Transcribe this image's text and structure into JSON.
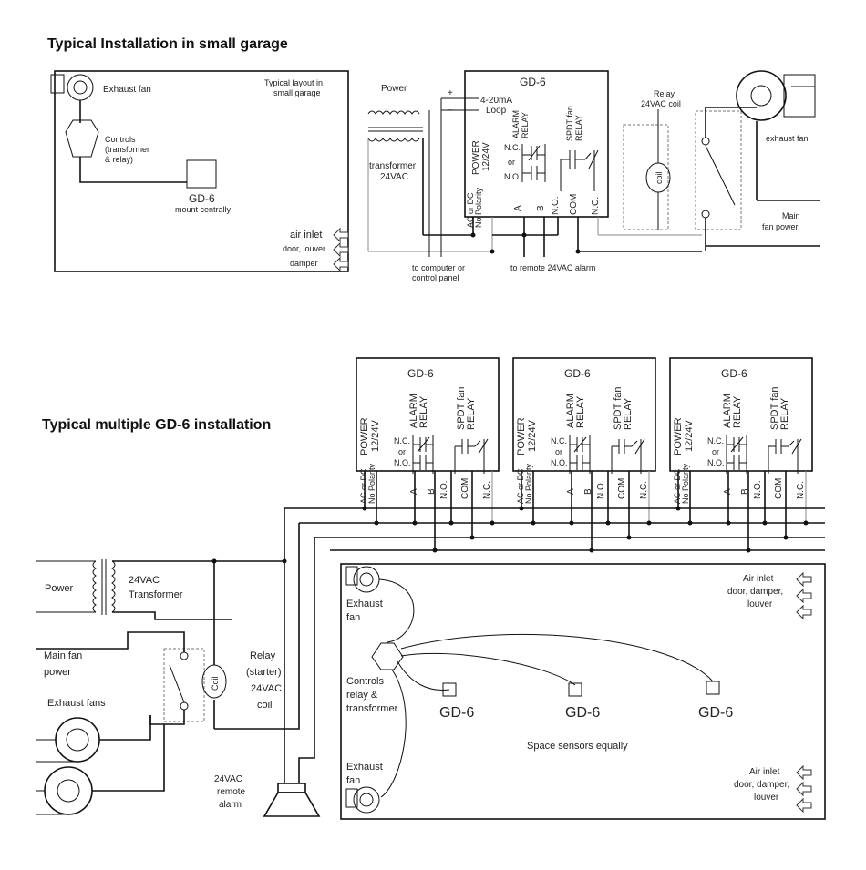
{
  "section_top": {
    "title": "Typical Installation in small garage",
    "layout_note": [
      "Typical layout in",
      "small garage"
    ],
    "exhaust_fan": "Exhaust fan",
    "controls": [
      "Controls",
      "(transformer",
      "& relay)"
    ],
    "gd6": "GD-6",
    "mount": "mount centrally",
    "air_inlet": [
      "air inlet",
      "door, louver",
      "damper"
    ],
    "power": "Power",
    "transformer": [
      "transformer",
      "24VAC"
    ],
    "device_title": "GD-6",
    "plus": "+",
    "minus": "−",
    "loop": [
      "4-20mA",
      "Loop"
    ],
    "power_label": [
      "POWER",
      "12/24V"
    ],
    "alarm_relay": [
      "ALARM",
      "RELAY"
    ],
    "spdt": [
      "SPDT fan",
      "RELAY"
    ],
    "nc": "N.C.",
    "or": "or",
    "no": "N.O.",
    "acdc": [
      "AC or DC",
      "No Polarity"
    ],
    "term_a": "A",
    "term_b": "B",
    "term_no": "N.O.",
    "term_com": "COM",
    "term_nc": "N.C.",
    "relay_coil": [
      "Relay",
      "24VAC coil"
    ],
    "coil": "coil",
    "exhaust_fan_right": "exhaust fan",
    "main_fan_power": [
      "Main",
      "fan power"
    ],
    "computer": [
      "to computer or",
      "control panel"
    ],
    "remote_alarm": "to remote 24VAC alarm"
  },
  "section_bottom": {
    "title": "Typical multiple GD-6 installation",
    "units": [
      {
        "title": "GD-6"
      },
      {
        "title": "GD-6"
      },
      {
        "title": "GD-6"
      }
    ],
    "power_label": [
      "POWER",
      "12/24V"
    ],
    "alarm_relay": [
      "ALARM",
      "RELAY"
    ],
    "spdt": [
      "SPDT fan",
      "RELAY"
    ],
    "nc": "N.C.",
    "or": "or",
    "no": "N.O.",
    "acdc": [
      "AC or DC",
      "No Polarity"
    ],
    "term_a": "A",
    "term_b": "B",
    "term_no": "N.O.",
    "term_com": "COM",
    "term_nc": "N.C.",
    "power": "Power",
    "transformer": [
      "24VAC",
      "Transformer"
    ],
    "main_fan_power": [
      "Main fan",
      "power"
    ],
    "exhaust_fans": "Exhaust fans",
    "coil": "Coil",
    "relay": [
      "Relay",
      "(starter)",
      "24VAC",
      "coil"
    ],
    "remote_alarm": [
      "24VAC",
      "remote",
      "alarm"
    ],
    "room_exhaust_fan": [
      "Exhaust",
      "fan"
    ],
    "room_controls": [
      "Controls",
      "relay &",
      "transformer"
    ],
    "room_gd6": [
      "GD-6",
      "GD-6",
      "GD-6"
    ],
    "space_note": "Space sensors equally",
    "air_inlet": [
      "Air inlet",
      "door, damper,",
      "louver"
    ]
  }
}
